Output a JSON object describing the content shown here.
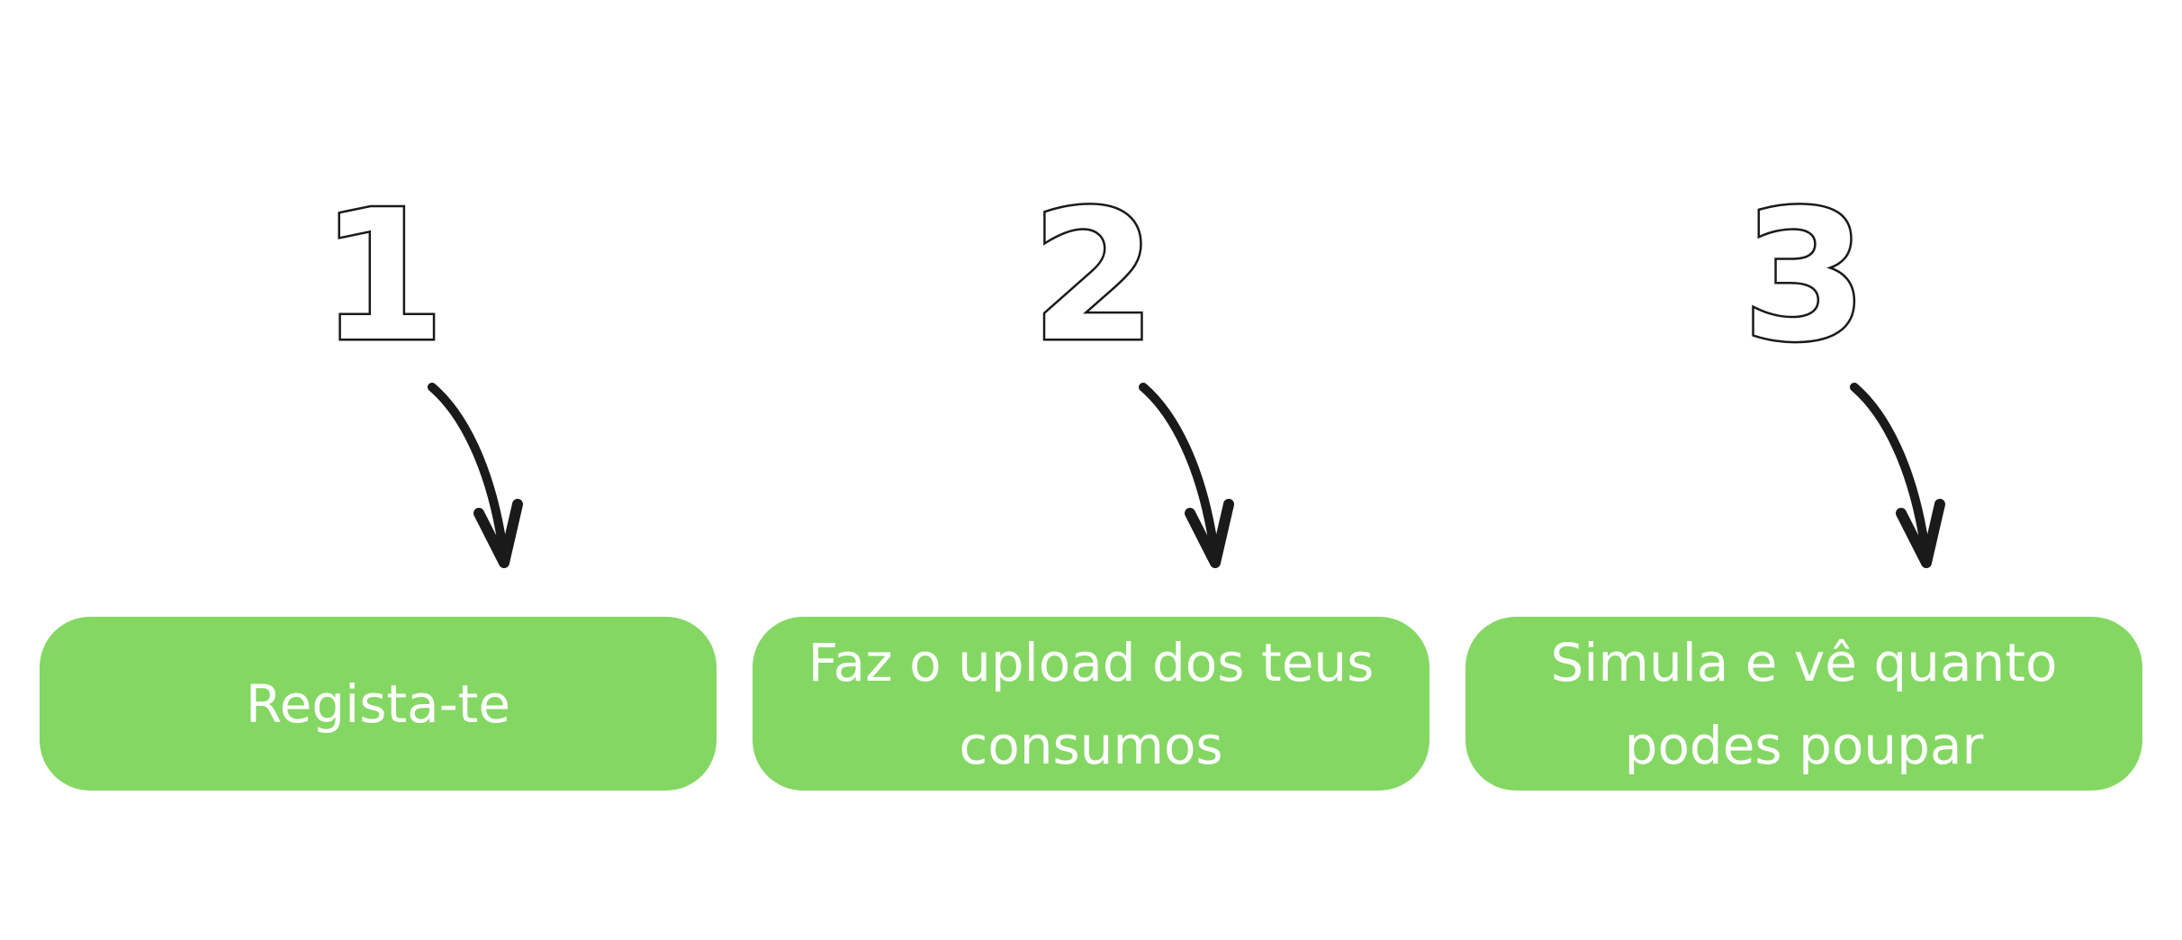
{
  "theme": {
    "accent": "#84d763",
    "label_color": "#ffffff",
    "ink": "#1a1a1a"
  },
  "steps": [
    {
      "number": "1",
      "label": "Regista-te",
      "number_icon": "hand-drawn-one",
      "arrow_icon": "curved-arrow-down"
    },
    {
      "number": "2",
      "label": "Faz o upload dos teus consumos",
      "number_icon": "hand-drawn-two",
      "arrow_icon": "curved-arrow-down"
    },
    {
      "number": "3",
      "label": "Simula e vê quanto podes poupar",
      "number_icon": "hand-drawn-three",
      "arrow_icon": "curved-arrow-down"
    }
  ]
}
